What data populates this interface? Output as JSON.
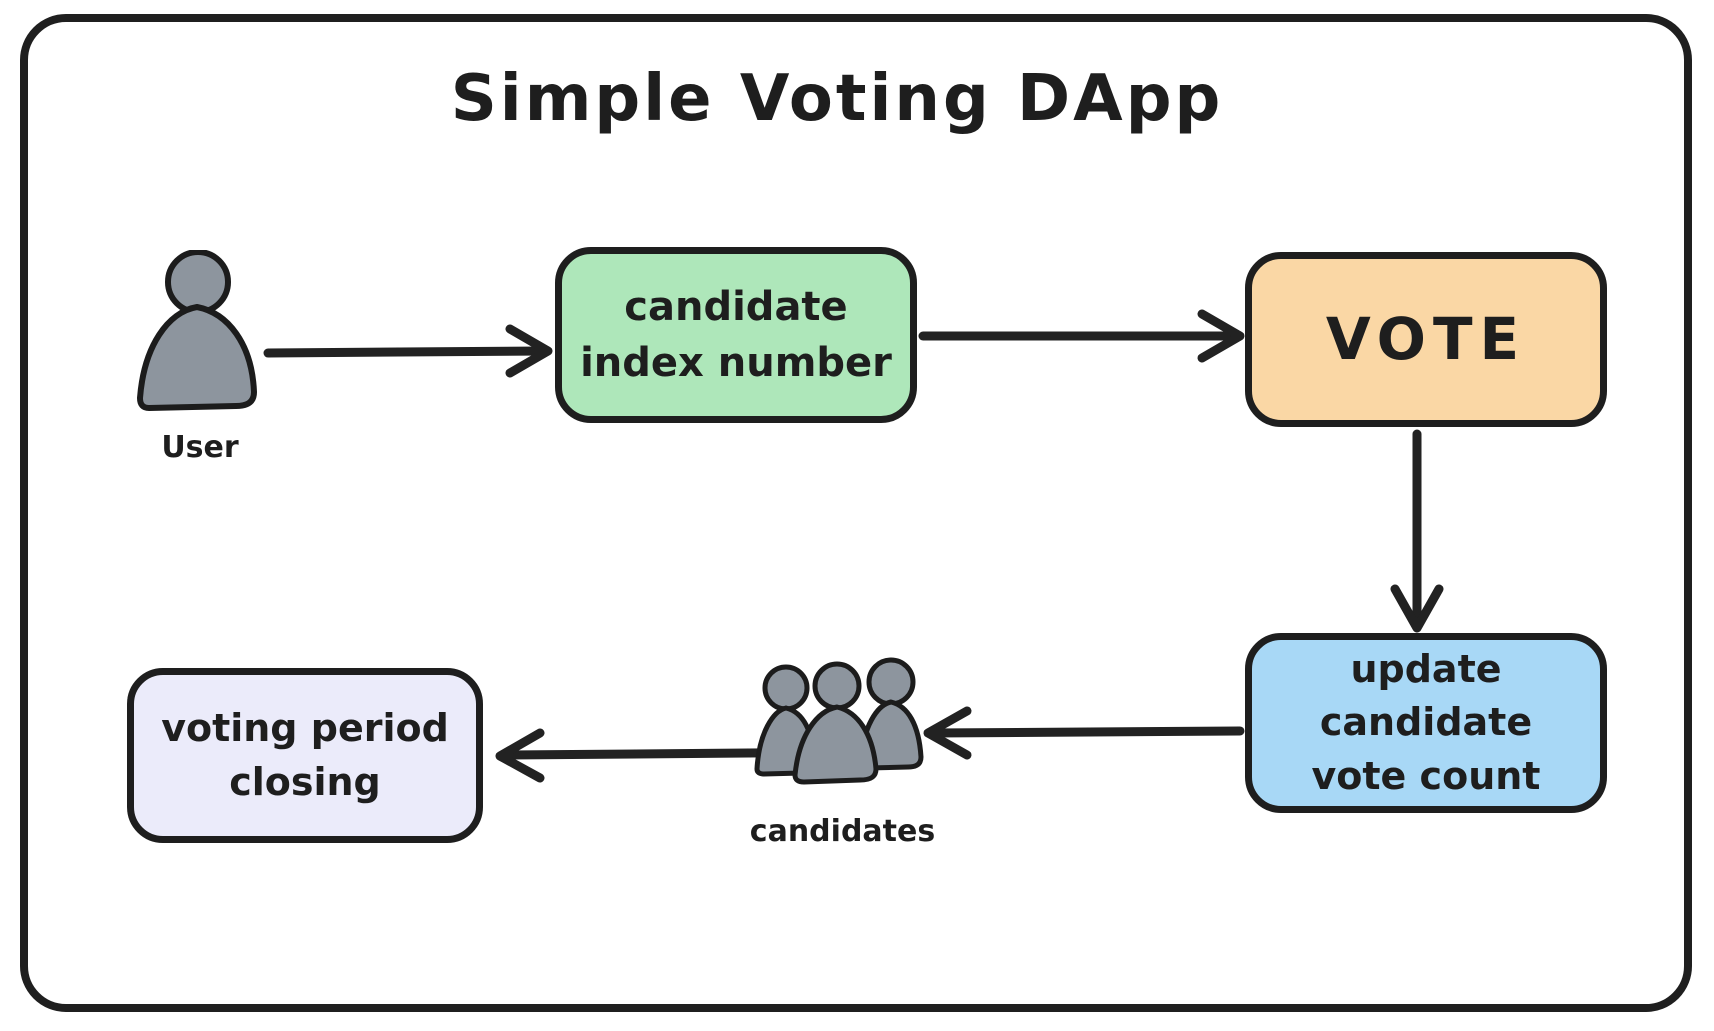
{
  "title": "Simple Voting DApp",
  "colors": {
    "background": "#ffffff",
    "stroke": "#1e1e1e",
    "node_green": "#aee7ba",
    "node_orange": "#fad7a5",
    "node_blue": "#a8d8f6",
    "node_lavender": "#ebebfa",
    "person_gray": "#8d959e"
  },
  "actors": {
    "user": {
      "label": "User",
      "icon": "person-icon"
    },
    "candidates": {
      "label": "candidates",
      "icon": "people-group-icon"
    }
  },
  "nodes": {
    "candidate_index": {
      "label": "candidate\nindex number",
      "color": "#aee7ba"
    },
    "vote": {
      "label": "VOTE",
      "color": "#fad7a5"
    },
    "update_count": {
      "label": "update candidate\nvote count",
      "color": "#a8d8f6"
    },
    "closing": {
      "label": "voting period\nclosing",
      "color": "#ebebfa"
    }
  },
  "edges": [
    {
      "from": "user",
      "to": "candidate_index",
      "direction": "right"
    },
    {
      "from": "candidate_index",
      "to": "vote",
      "direction": "right"
    },
    {
      "from": "vote",
      "to": "update_count",
      "direction": "down"
    },
    {
      "from": "update_count",
      "to": "candidates",
      "direction": "left"
    },
    {
      "from": "candidates",
      "to": "closing",
      "direction": "left"
    }
  ]
}
